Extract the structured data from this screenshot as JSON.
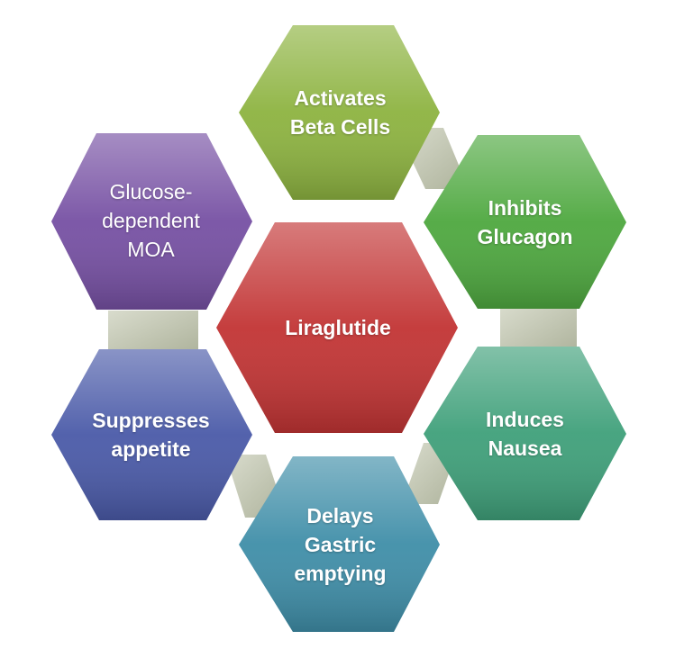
{
  "diagram": {
    "center": {
      "text": "Liraglutide",
      "color": "#c23434"
    },
    "hexagons": [
      {
        "id": "top",
        "text": "Activates\nBeta Cells",
        "color": "#8db340",
        "bold": true
      },
      {
        "id": "upper-right",
        "text": "Inhibits\nGlucagon",
        "color": "#4ea83f",
        "bold": true
      },
      {
        "id": "lower-right",
        "text": "Induces\nNausea",
        "color": "#3fa07a",
        "bold": true
      },
      {
        "id": "bottom",
        "text": "Delays\nGastric\nemptying",
        "color": "#3f8ea8",
        "bold": true
      },
      {
        "id": "lower-left",
        "text": "Suppresses\nappetite",
        "color": "#4a5aa8",
        "bold": true
      },
      {
        "id": "upper-left",
        "text": "Glucose-\ndependent\nMOA",
        "color": "#7650a3",
        "bold": false
      }
    ]
  }
}
